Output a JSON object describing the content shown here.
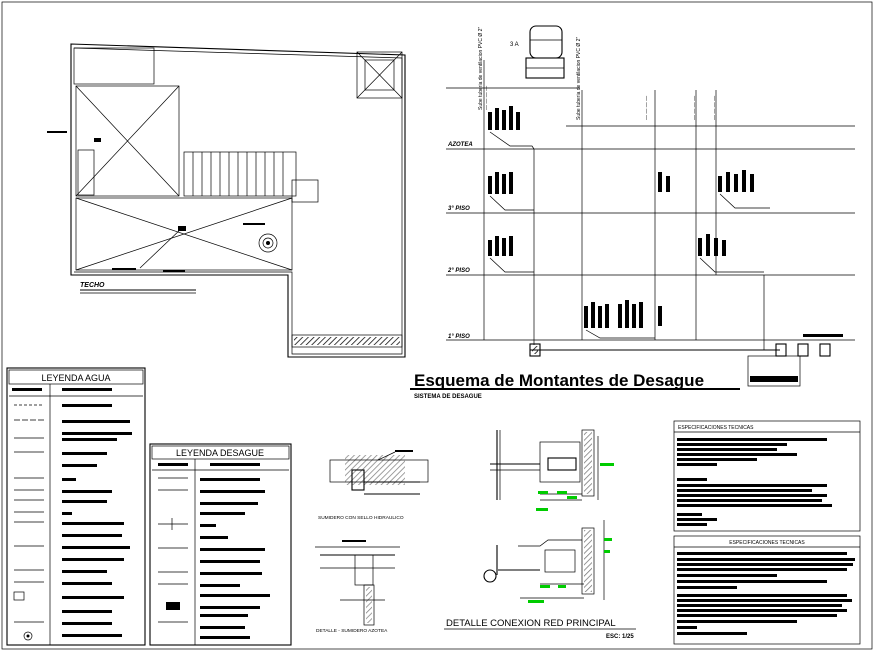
{
  "diagram": {
    "title": "Esquema de Montantes de Desague",
    "subtitle": "SISTEMA DE DESAGUE",
    "floor_labels": [
      "AZOTEA",
      "3° PISO",
      "2° PISO",
      "1° PISO"
    ],
    "pipe_labels": [
      "Sube tuberia de ventilacion PVC Ø 2\"",
      "Sube tuberia de ventilacion PVC Ø 2\""
    ],
    "tank_label": "3 A",
    "plan_label": "TECHO",
    "legend_water_title": "LEYENDA AGUA",
    "legend_drain_title": "LEYENDA DESAGUE",
    "detail_sumidero_sello": "SUMIDERO CON SELLO HIDRAULICO",
    "detail_sumidero_azotea": "DETALLE - SUMIDERO AZOTEA",
    "detail_conexion": "DETALLE CONEXION RED PRINCIPAL",
    "detail_scale": "ESC: 1/25",
    "specs_title_1": "ESPECIFICACIONES TECNICAS",
    "specs_title_2": "ESPECIFICACIONES TECNICAS",
    "colors": {
      "lines": "#000000",
      "dimension_marks": "#00cc00",
      "background": "#ffffff"
    }
  }
}
